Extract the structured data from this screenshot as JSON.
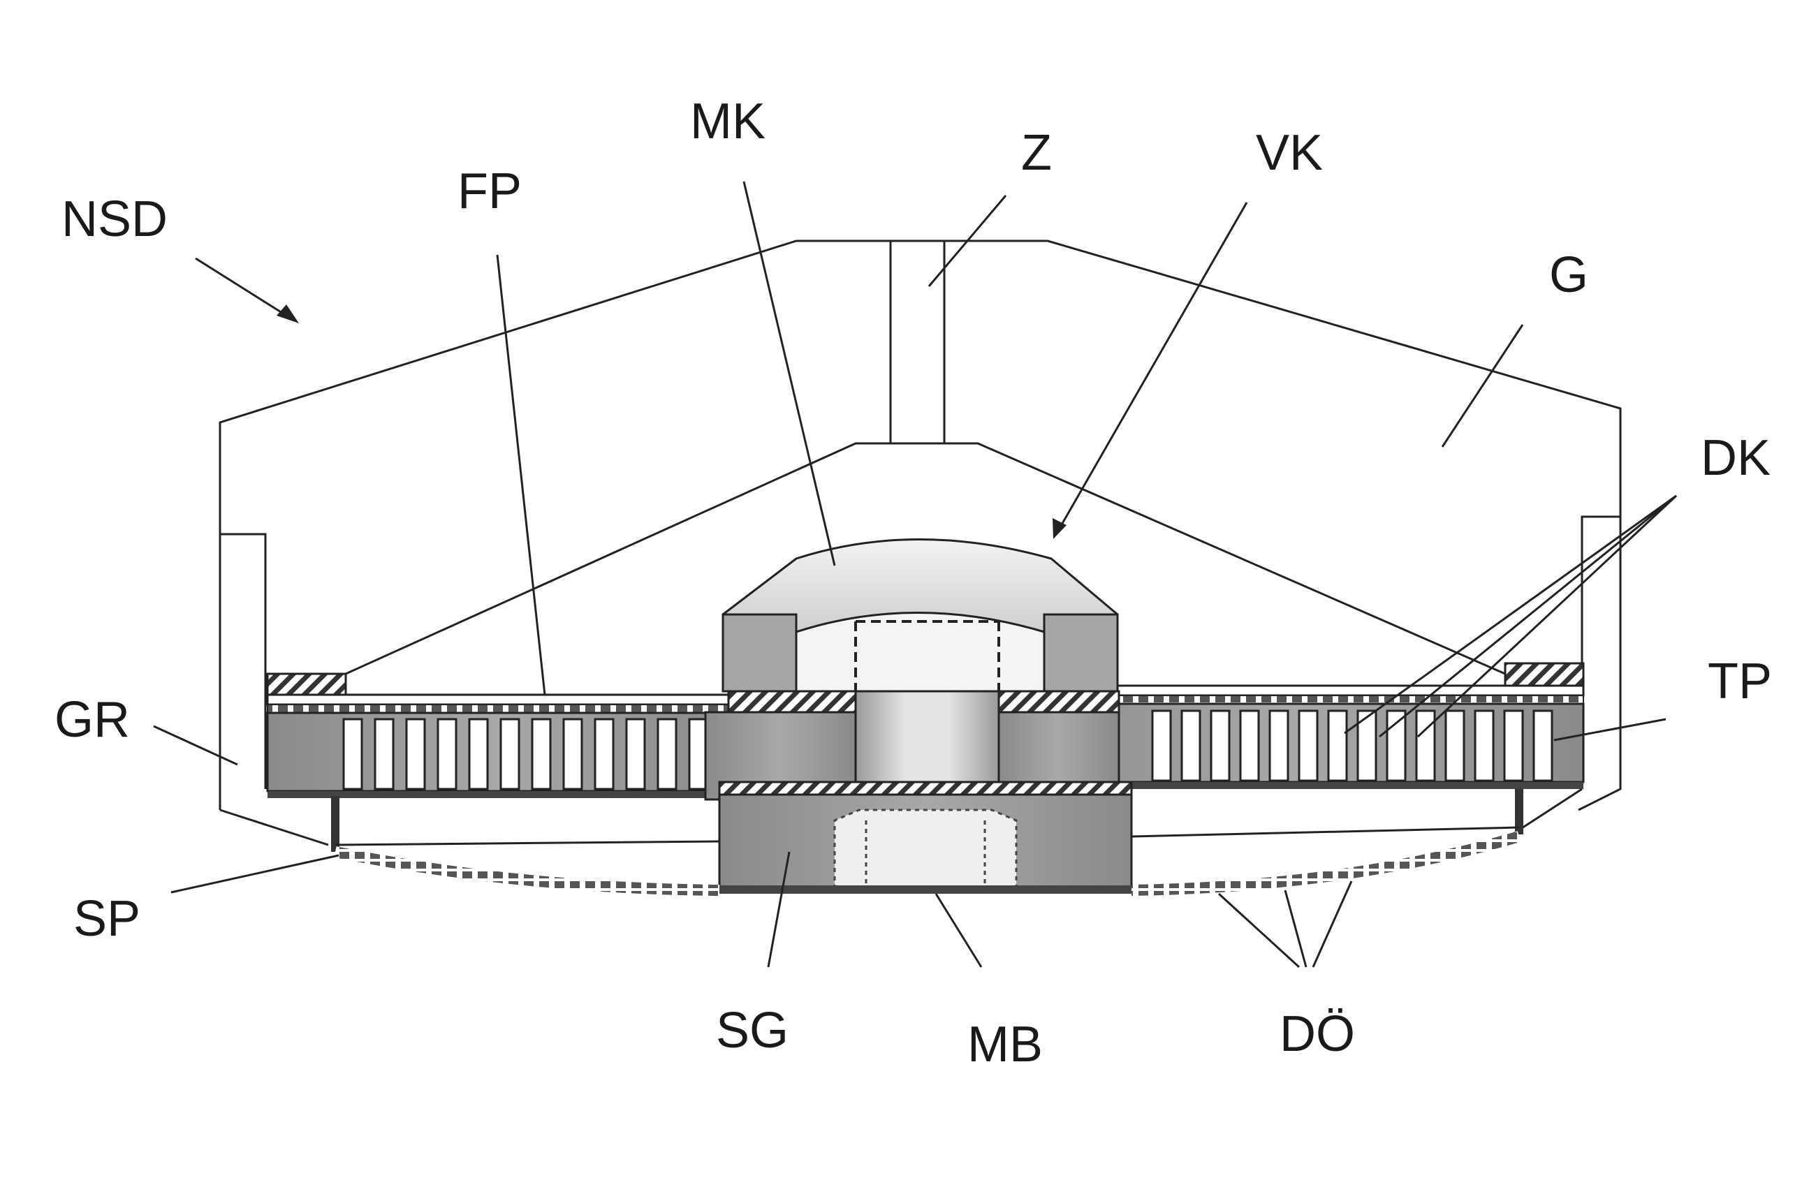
{
  "labels": {
    "nsd": "NSD",
    "fp": "FP",
    "mk": "MK",
    "z": "Z",
    "vk": "VK",
    "g": "G",
    "dk": "DK",
    "tp": "TP",
    "gr": "GR",
    "sp": "SP",
    "sg": "SG",
    "mb": "MB",
    "do": "DÖ"
  },
  "colors": {
    "line": "#222222",
    "fill_dark": "#8c8c8c",
    "fill_mid": "#b4b4b4",
    "fill_light": "#dcdcdc"
  }
}
